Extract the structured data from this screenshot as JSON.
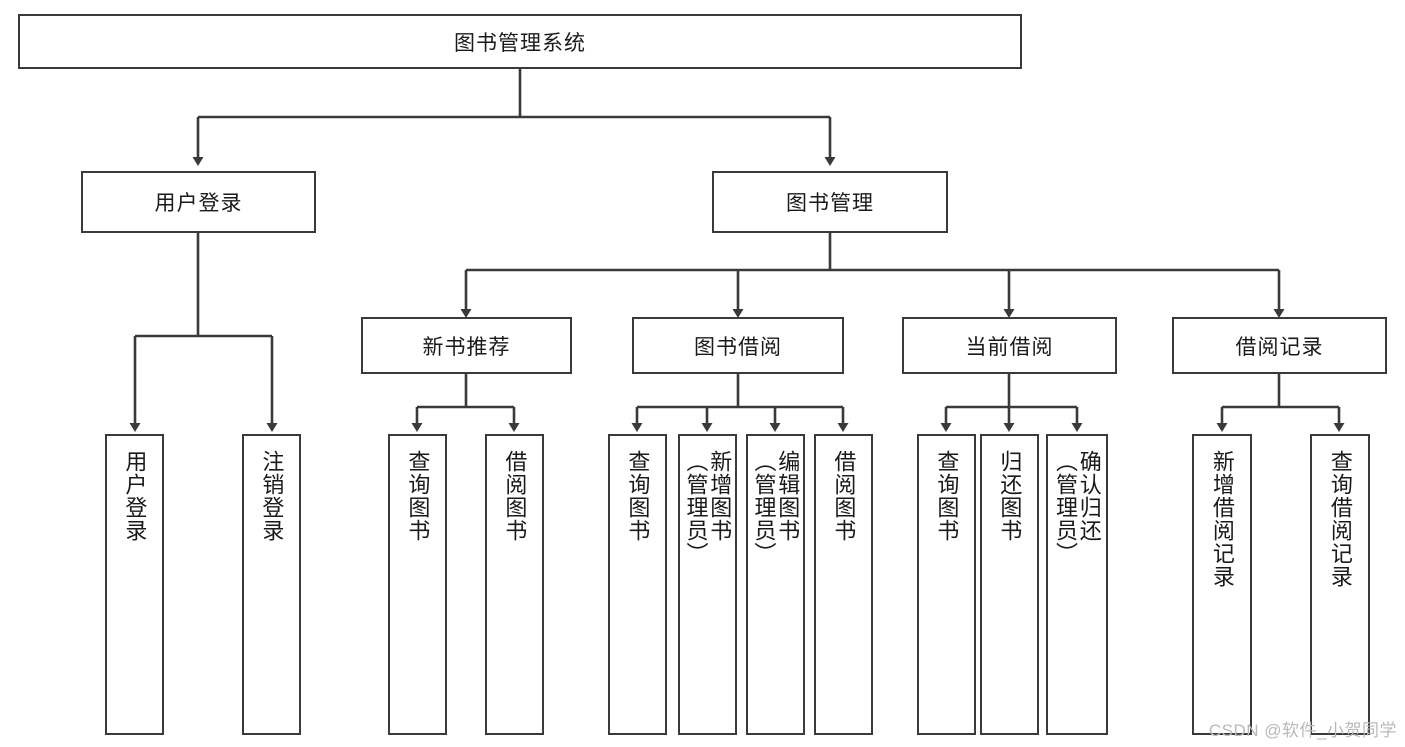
{
  "diagram": {
    "title": "图书管理系统",
    "type": "tree-hierarchy-diagram",
    "root": {
      "label": "图书管理系统"
    },
    "level2": [
      {
        "label": "用户登录"
      },
      {
        "label": "图书管理"
      }
    ],
    "level3": [
      {
        "label": "新书推荐"
      },
      {
        "label": "图书借阅"
      },
      {
        "label": "当前借阅"
      },
      {
        "label": "借阅记录"
      }
    ],
    "leaves": {
      "user_login": [
        {
          "label": "用户登录"
        },
        {
          "label": "注销登录"
        }
      ],
      "new_book_recommend": [
        {
          "label": "查询图书"
        },
        {
          "label": "借阅图书"
        }
      ],
      "book_borrow": [
        {
          "label": "查询图书"
        },
        {
          "label": "新增图书\n（管理员）"
        },
        {
          "label": "编辑图书\n（管理员）"
        },
        {
          "label": "借阅图书"
        }
      ],
      "current_borrow": [
        {
          "label": "查询图书"
        },
        {
          "label": "归还图书"
        },
        {
          "label": "确认归还\n（管理员）"
        }
      ],
      "borrow_record": [
        {
          "label": "新增借阅记录"
        },
        {
          "label": "查询借阅记录"
        }
      ]
    }
  },
  "watermark": {
    "text": "CSDN @软件_小贺同学"
  },
  "colors": {
    "stroke": "#3a3a3a",
    "background": "#ffffff",
    "text": "#1a1a1a",
    "watermark": "#b9b9b9"
  }
}
